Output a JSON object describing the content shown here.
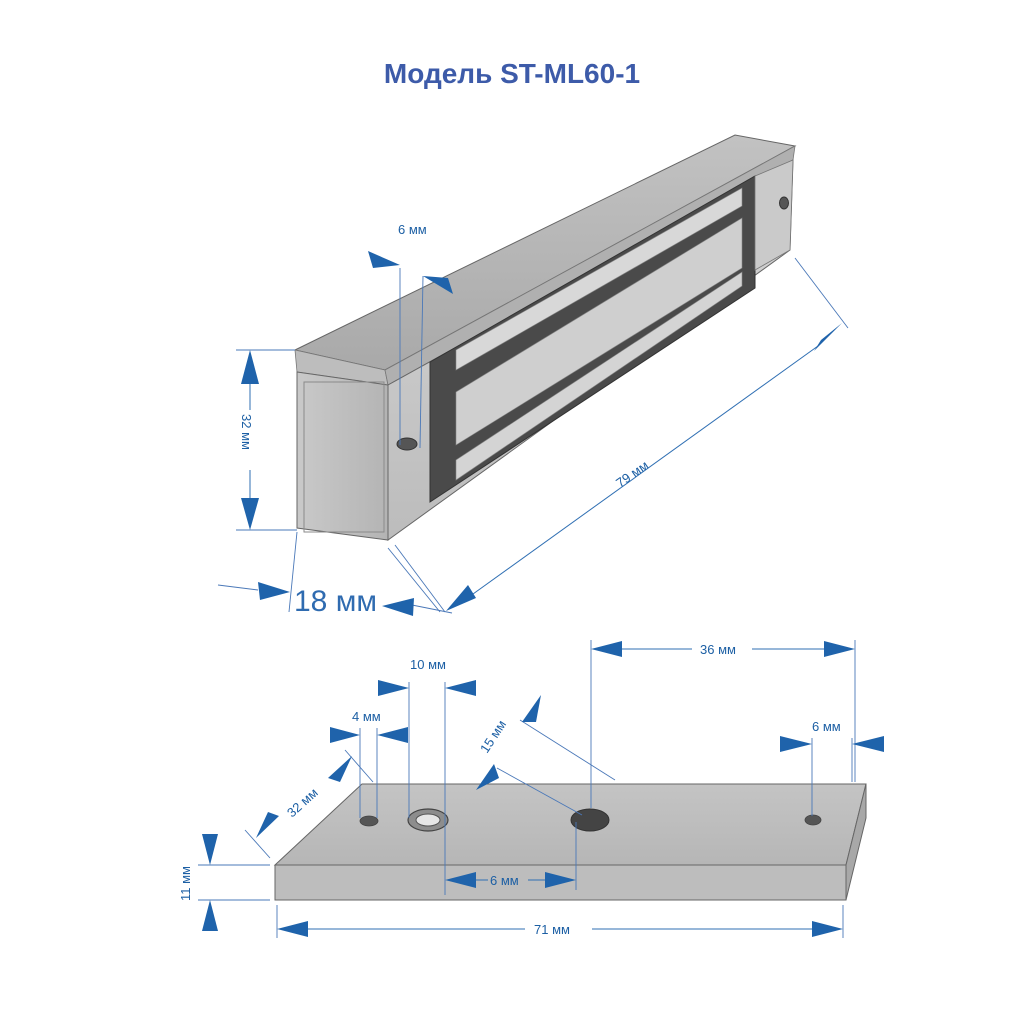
{
  "title": "Модель ST-ML60-1",
  "colors": {
    "title": "#3d5ba9",
    "dimension": "#1f63ab",
    "body_light": "#d4d4d4",
    "body_mid": "#bdbdbd",
    "body_dark": "#9a9a9a",
    "coil": "#4a4a4a",
    "outline": "#555555"
  },
  "lock_dimensions": {
    "hole_width": "6 мм",
    "height": "32 мм",
    "length": "79 мм",
    "width": "18 мм"
  },
  "plate_dimensions": {
    "center_hole": "10 мм",
    "small_hole": "4 мм",
    "diagonal_hole": "15 мм",
    "right_offset": "36 мм",
    "right_hole": "6 мм",
    "depth": "32 мм",
    "thickness": "11 мм",
    "spacing": "6 мм",
    "length": "71 мм"
  }
}
